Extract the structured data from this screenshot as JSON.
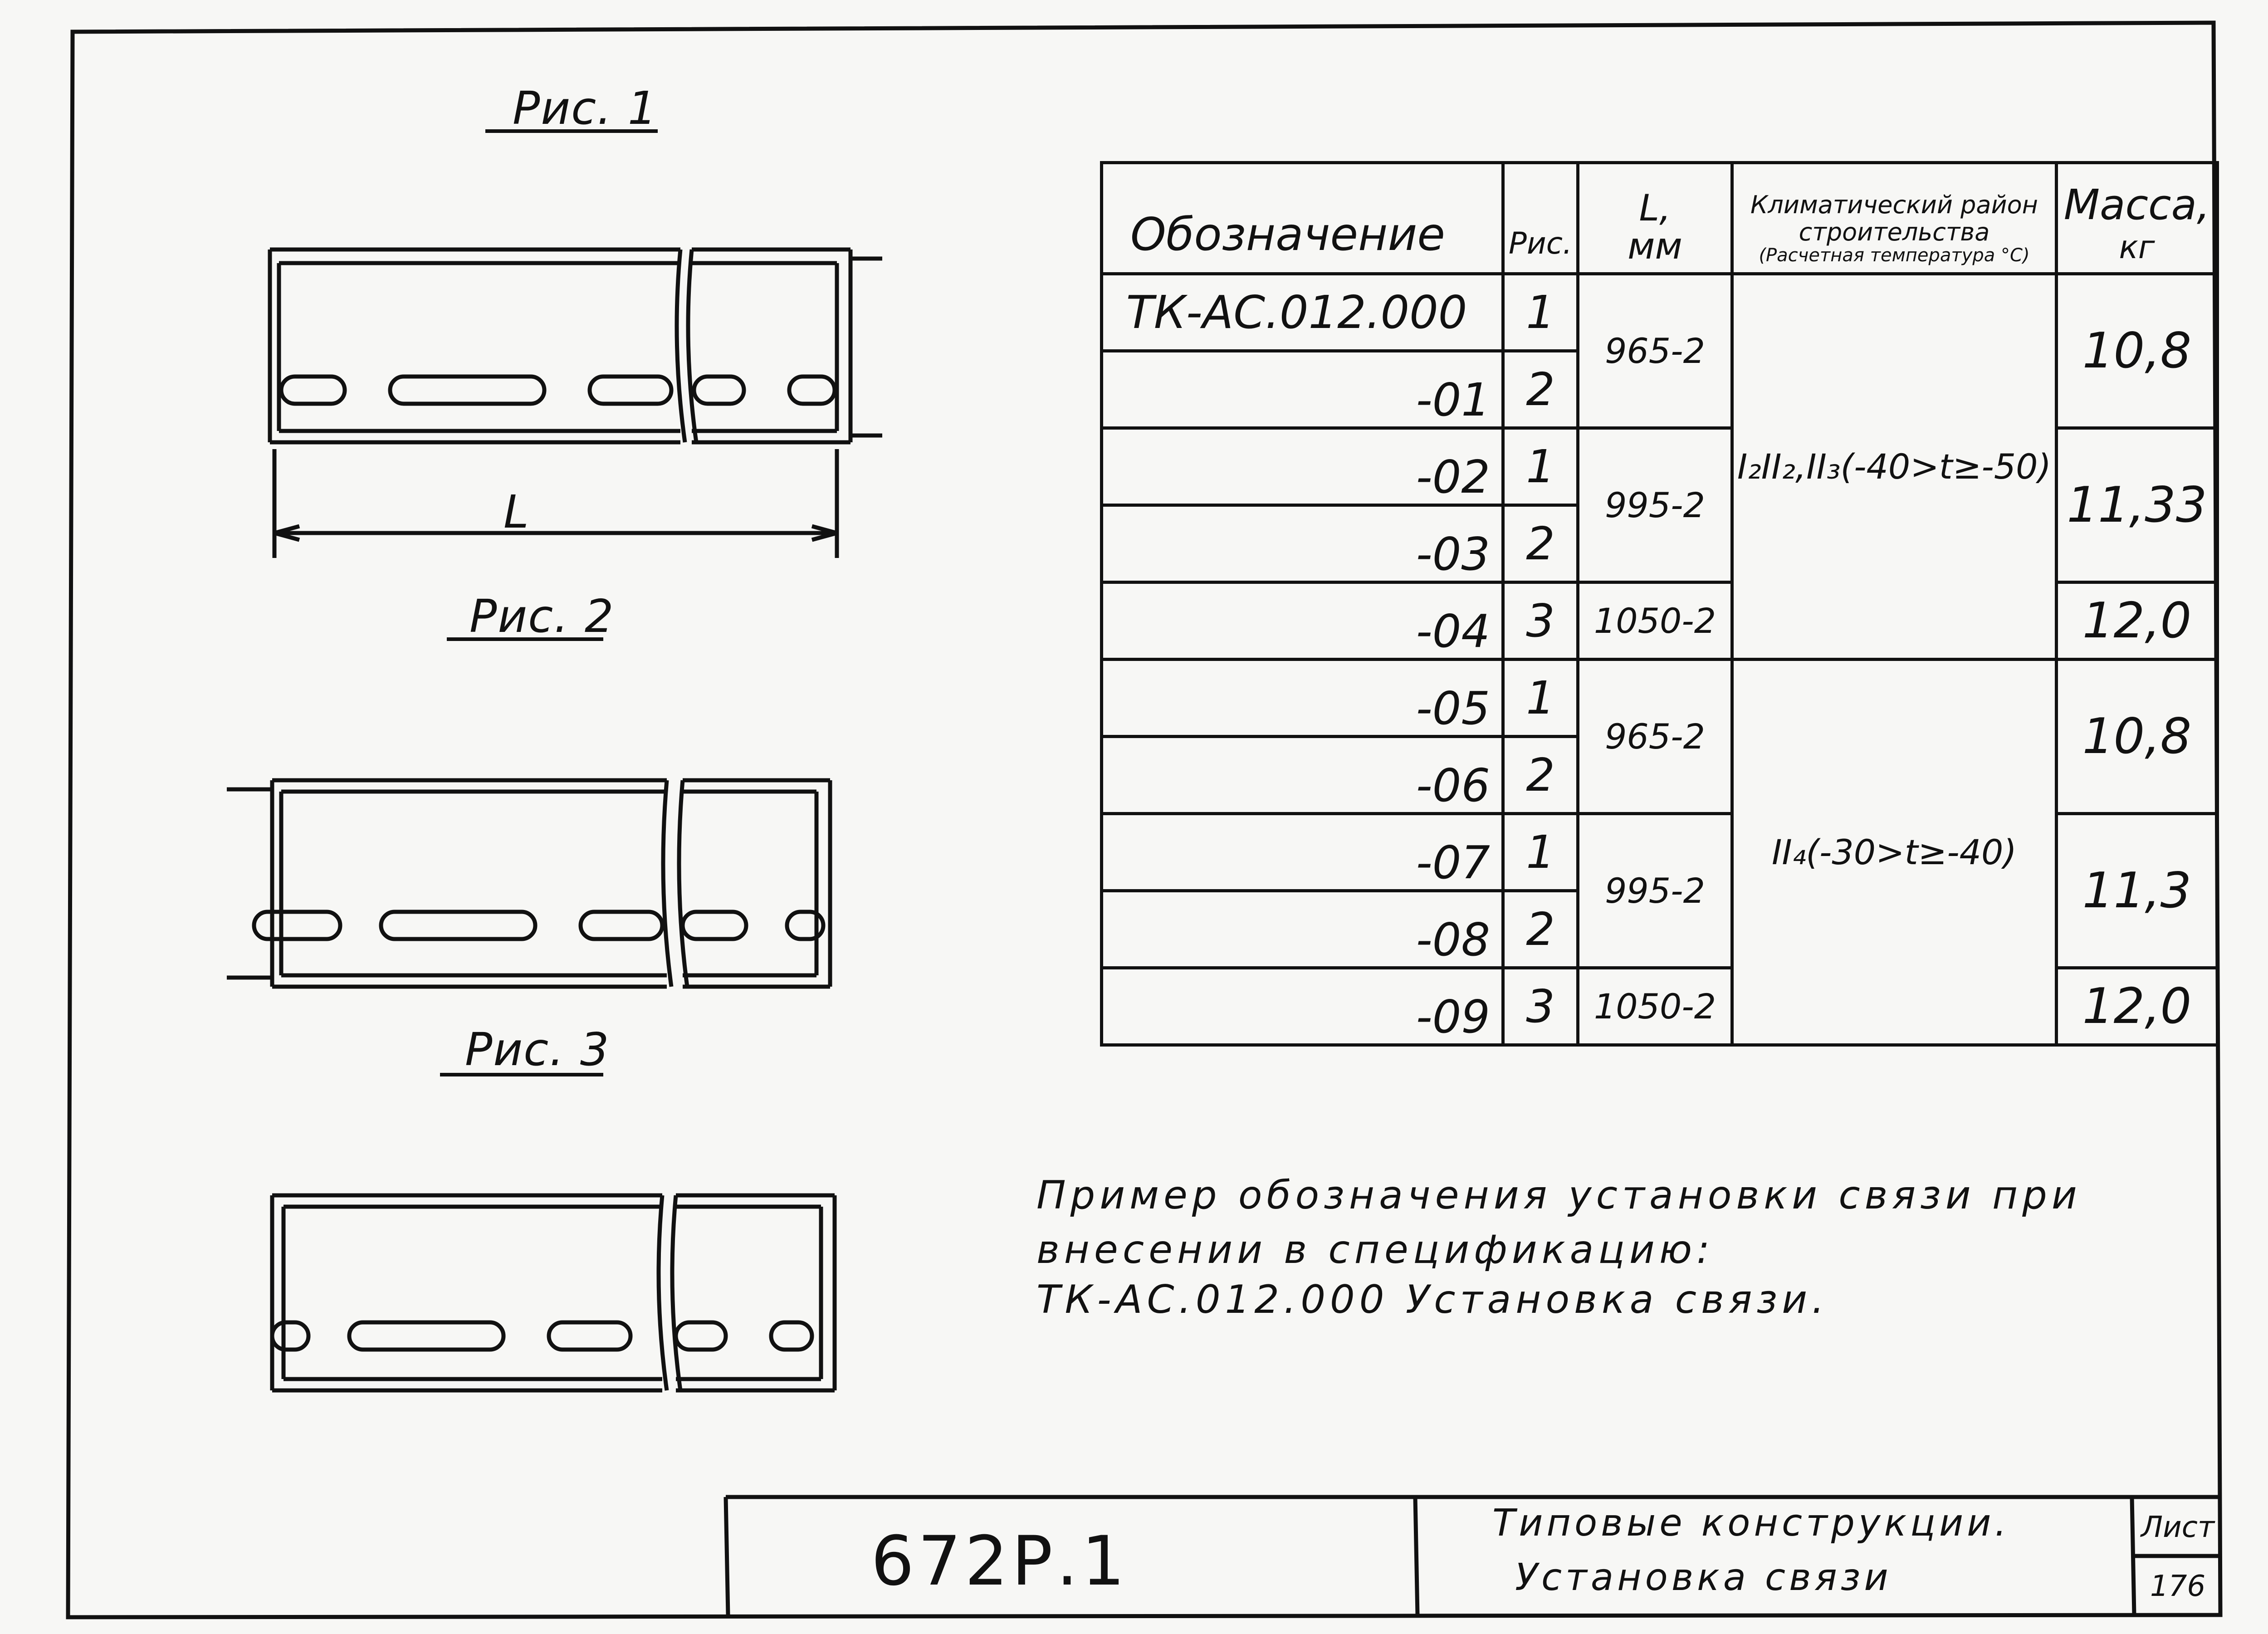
{
  "figures": {
    "fig1": "Рис. 1",
    "fig2": "Рис. 2",
    "fig3": "Рис. 3",
    "dim_label": "L"
  },
  "table": {
    "headers": {
      "designation": "Обозначение",
      "fig": "Рис.",
      "length": "L,",
      "length_unit": "мм",
      "climate_1": "Климатический район",
      "climate_2": "строительства",
      "climate_3": "(Расчетная температура °С)",
      "mass": "Масса,",
      "mass_unit": "кг"
    },
    "rows": [
      {
        "designation": "ТК-АС.012.000",
        "fig": "1"
      },
      {
        "designation": "-01",
        "fig": "2"
      },
      {
        "designation": "-02",
        "fig": "1"
      },
      {
        "designation": "-03",
        "fig": "2"
      },
      {
        "designation": "-04",
        "fig": "3"
      },
      {
        "designation": "-05",
        "fig": "1"
      },
      {
        "designation": "-06",
        "fig": "2"
      },
      {
        "designation": "-07",
        "fig": "1"
      },
      {
        "designation": "-08",
        "fig": "2"
      },
      {
        "designation": "-09",
        "fig": "3"
      }
    ],
    "lengths": [
      "965-2",
      "995-2",
      "1050-2",
      "965-2",
      "995-2",
      "1050-2"
    ],
    "climates": [
      "I₂II₂,II₃(-40>t≥-50)",
      "II₄(-30>t≥-40)"
    ],
    "masses": [
      "10,8",
      "11,33",
      "12,0",
      "10,8",
      "11,3",
      "12,0"
    ]
  },
  "note": {
    "line1": "Пример обозначения установки связи при",
    "line2": "внесении в спецификацию:",
    "line3": "ТК-АС.012.000  Установка связи."
  },
  "stamp": {
    "code": "672Р.1",
    "title_1": "Типовые конструкции.",
    "title_2": "Установка связи",
    "sheet_label": "Лист",
    "sheet_no": "176"
  }
}
